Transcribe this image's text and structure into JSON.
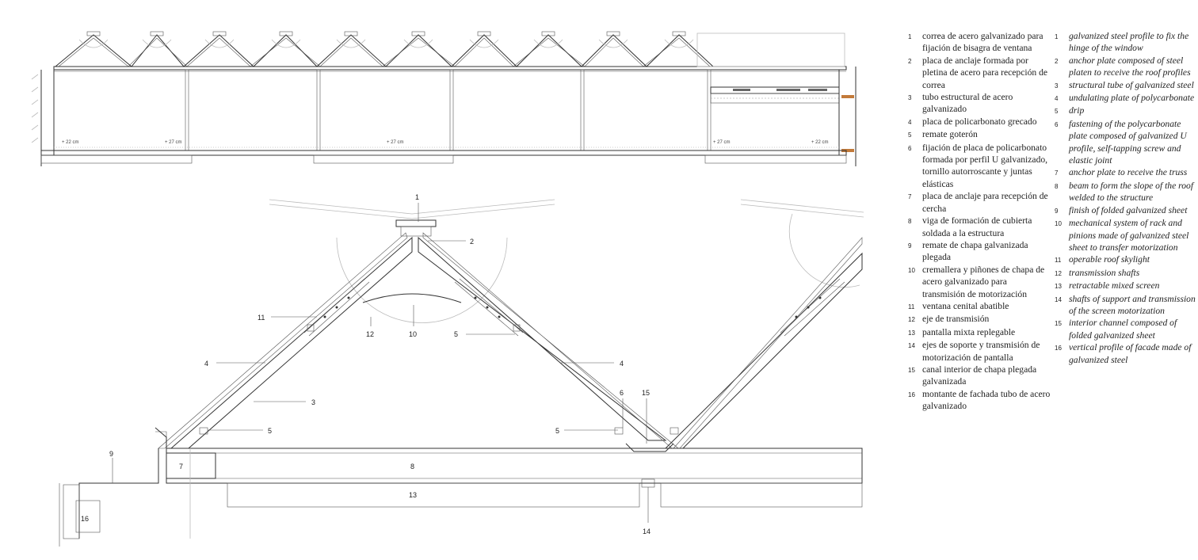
{
  "top_section": {
    "dimension_labels": [
      "+ 22 cm",
      "+ 27 cm",
      "+ 27 cm",
      "+ 27 cm",
      "+ 22 cm"
    ]
  },
  "detail_callouts": [
    "1",
    "2",
    "11",
    "12",
    "10",
    "5",
    "4",
    "4",
    "3",
    "6",
    "15",
    "5",
    "5",
    "9",
    "7",
    "8",
    "13",
    "16",
    "14"
  ],
  "legend_es": [
    {
      "num": "1",
      "text": "correa de acero galvanizado para fijación de bisagra de ventana"
    },
    {
      "num": "2",
      "text": "placa de anclaje formada por pletina de acero para recepción de correa"
    },
    {
      "num": "3",
      "text": "tubo estructural de acero galvanizado"
    },
    {
      "num": "4",
      "text": "placa de policarbonato grecado"
    },
    {
      "num": "5",
      "text": "remate goterón"
    },
    {
      "num": "6",
      "text": "fijación de placa de policarbonato formada por perfil U galvanizado, tornillo autorroscante y juntas elásticas"
    },
    {
      "num": "7",
      "text": "placa de anclaje para recepción de cercha"
    },
    {
      "num": "8",
      "text": "viga de formación de cubierta soldada a la estructura"
    },
    {
      "num": "9",
      "text": "remate de chapa galvanizada plegada"
    },
    {
      "num": "10",
      "text": "cremallera y piñones de chapa de acero galvanizado para transmisión de motorización"
    },
    {
      "num": "11",
      "text": "ventana cenital abatible"
    },
    {
      "num": "12",
      "text": "eje de transmisión"
    },
    {
      "num": "13",
      "text": "pantalla mixta replegable"
    },
    {
      "num": "14",
      "text": "ejes de soporte y transmisión de motorización de pantalla"
    },
    {
      "num": "15",
      "text": "canal interior de chapa plegada galvanizada"
    },
    {
      "num": "16",
      "text": "montante de fachada tubo de acero galvanizado"
    }
  ],
  "legend_en": [
    {
      "num": "1",
      "text": "galvanized steel profile to fix the hinge of the window"
    },
    {
      "num": "2",
      "text": "anchor plate composed of steel platen to receive the roof profiles"
    },
    {
      "num": "3",
      "text": "structural tube of galvanized steel"
    },
    {
      "num": "4",
      "text": "undulating plate of polycarbonate"
    },
    {
      "num": "5",
      "text": "drip"
    },
    {
      "num": "6",
      "text": "fastening of the polycarbonate plate composed of galvanized U profile, self-tapping screw and elastic joint"
    },
    {
      "num": "7",
      "text": "anchor plate to receive the truss"
    },
    {
      "num": "8",
      "text": "beam to form the slope of the roof welded to the structure"
    },
    {
      "num": "9",
      "text": "finish of folded galvanized sheet"
    },
    {
      "num": "10",
      "text": "mechanical system of rack and pinions made of galvanized steel sheet to transfer motorization"
    },
    {
      "num": "11",
      "text": "operable roof skylight"
    },
    {
      "num": "12",
      "text": "transmission shafts"
    },
    {
      "num": "13",
      "text": "retractable mixed screen"
    },
    {
      "num": "14",
      "text": "shafts of support and transmission of the screen motorization"
    },
    {
      "num": "15",
      "text": "interior channel composed of folded galvanized sheet"
    },
    {
      "num": "16",
      "text": "vertical profile of facade made of galvanized steel"
    }
  ]
}
